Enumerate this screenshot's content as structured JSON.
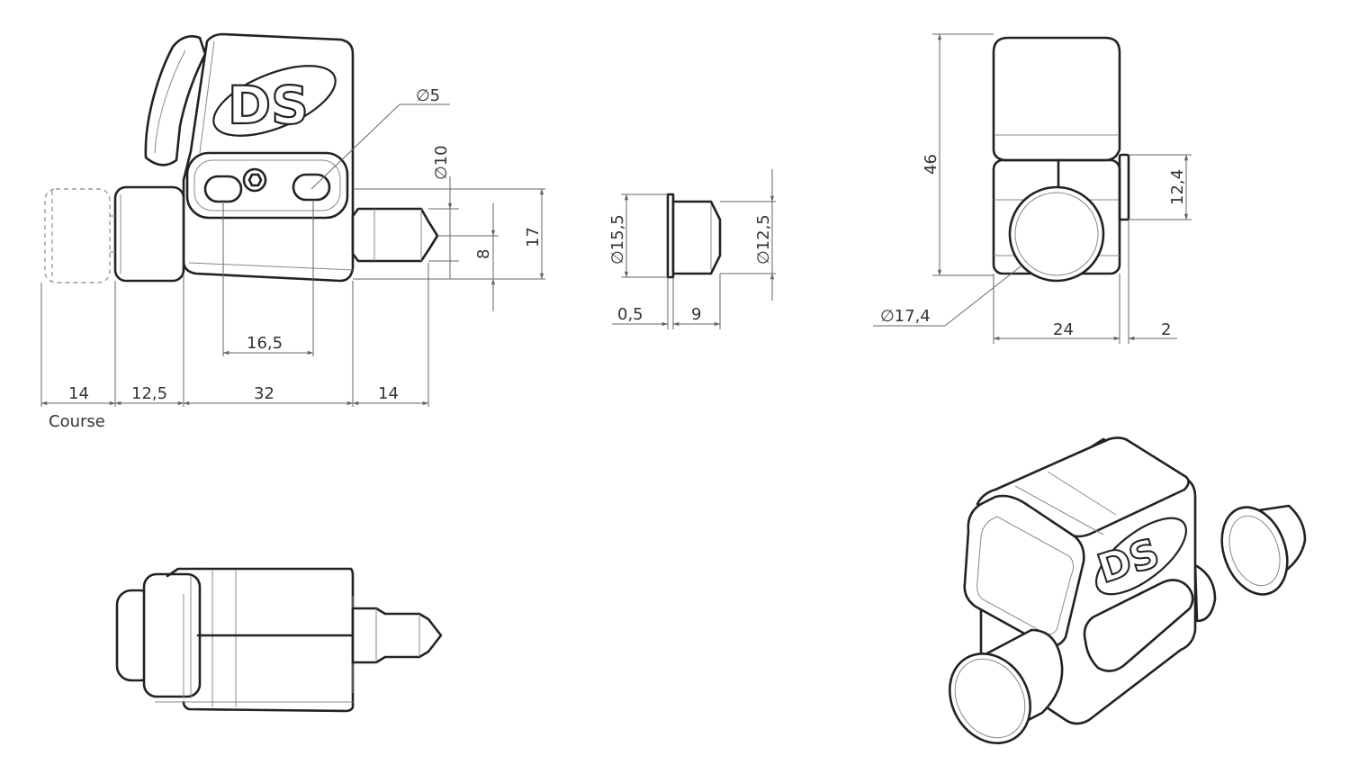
{
  "dimensions": {
    "hole_dia": "∅5",
    "pin_dia": "∅10",
    "pin_length": "8",
    "body_height": "17",
    "slot_spacing": "16,5",
    "travel_len": "14",
    "knob_len": "12,5",
    "body_len": "32",
    "pin_len": "14",
    "course_label": "Course",
    "cap_dia": "∅15,5",
    "cap_inner_dia": "∅12,5",
    "flange_thk": "0,5",
    "cap_len": "9",
    "total_height": "46",
    "knob_dia": "∅17,4",
    "side_height": "12,4",
    "width": "24",
    "side_thk": "2"
  },
  "logo_text": "DS"
}
